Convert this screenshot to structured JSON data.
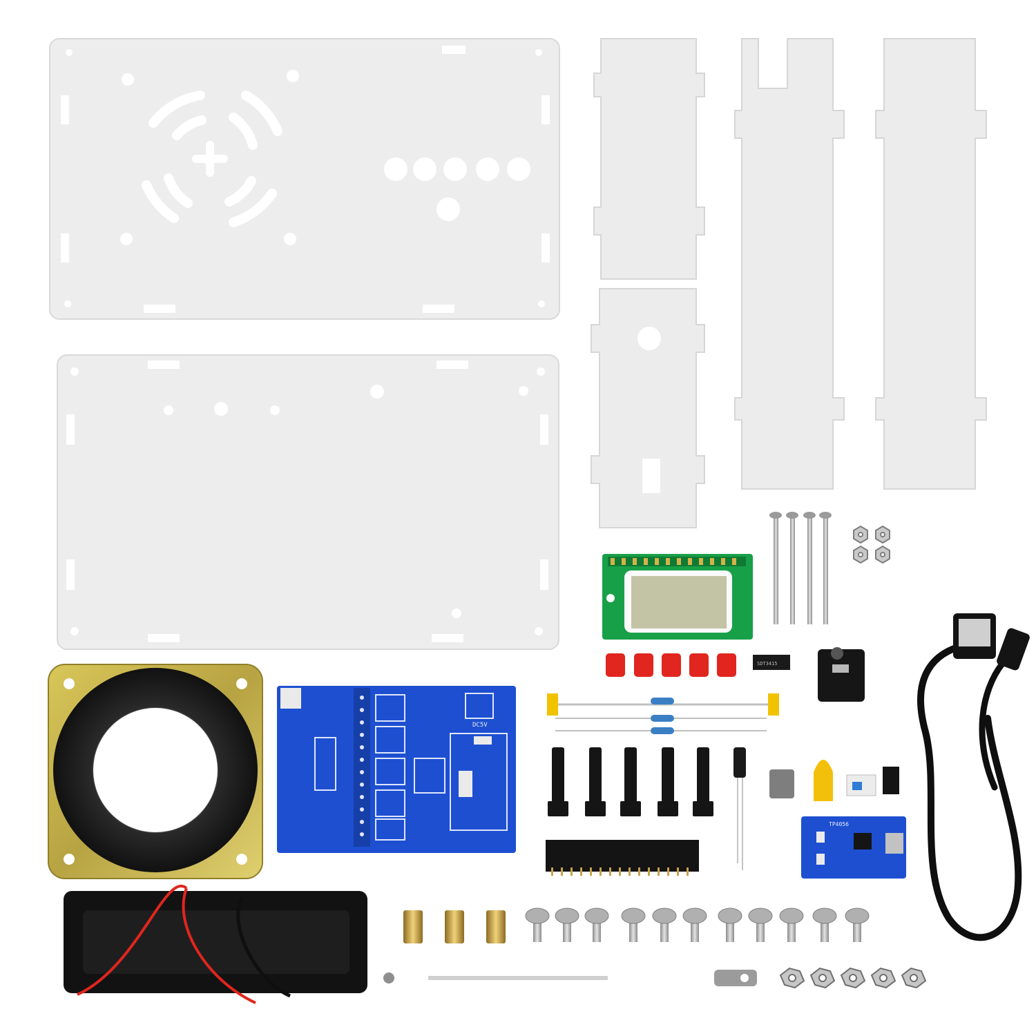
{
  "scene": {
    "type": "product-photo",
    "background": "#ffffff"
  },
  "colors": {
    "acrylic": "#ececec",
    "acrylic_edge": "#d6d6d6",
    "pcb_blue": "#1f4fd1",
    "pcb_green": "#19a34a",
    "lcd": "#c9c9b0",
    "red_cap": "#e0261e",
    "black": "#141414",
    "brass": "#c9a14a",
    "steel": "#b9b9b9",
    "speaker_frame": "#c8b84a"
  },
  "pcb_labels": {
    "module_label": "DC5V",
    "charger_label": "TP4056",
    "ic_label": "SDT3415"
  }
}
